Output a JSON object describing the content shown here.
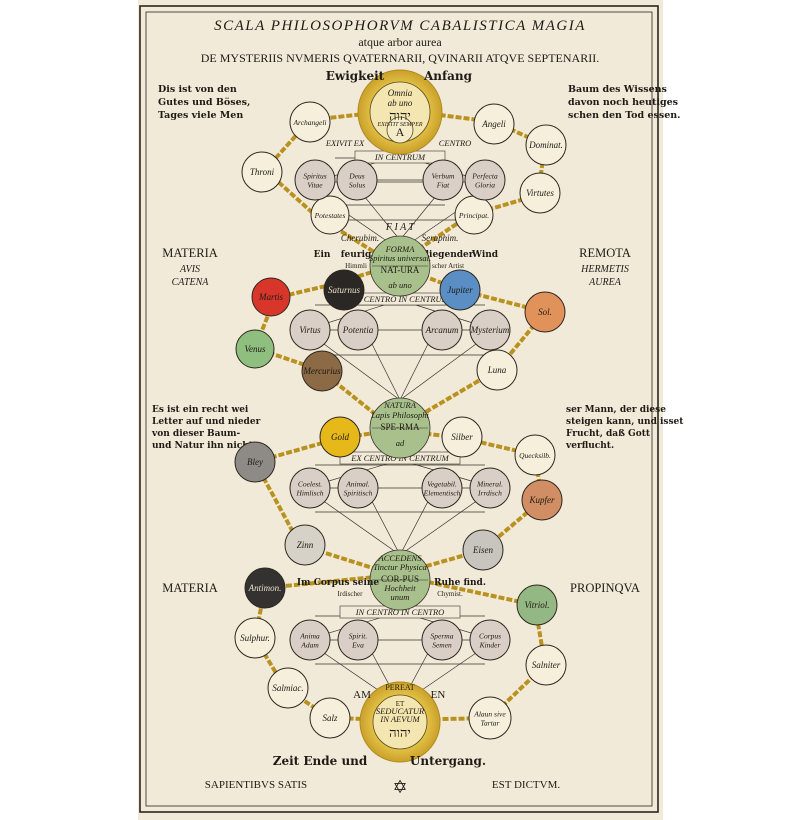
{
  "title": {
    "line1": "SCALA PHILOSOPHORVM CABALISTICA MAGIA",
    "line2": "atque arbor aurea",
    "line3": "DE MYSTERIIS NVMERIS QVATERNARII, QVINARII ATQVE SEPTENARII."
  },
  "top": {
    "ewigkeit": "Ewigkeit",
    "anfang": "Anfang",
    "omnia": "Omnia",
    "ab_uno": "ab uno",
    "yhvh": "יהוה",
    "existit": "EXISTIT SEMPER",
    "letter_a": "A",
    "exivit": "EXIVIT EX",
    "centro": "CENTRO",
    "in_centrum": "IN CENTRUM"
  },
  "side_texts": {
    "top_left": [
      "Dis ist von den",
      "Gutes und Böses,",
      "Tages viele Men"
    ],
    "top_right": [
      "Baum des Wissens",
      "davon noch heutiges",
      "schen den Tod essen."
    ],
    "mid_left": [
      "Es ist ein recht wei",
      "Letter auf und nieder",
      "von dieser Baum-",
      "und Natur ihn nicht"
    ],
    "mid_right": [
      "ser Mann, der diese",
      "steigen kann, und isset",
      "Frucht, daß Gott",
      "verflucht."
    ]
  },
  "margin_labels": {
    "materia1": "MATERIA",
    "avis": "AVIS",
    "catena": "CATENA",
    "remota": "REMOTA",
    "hermetis": "HERMETIS",
    "aurea": "AUREA",
    "materia2": "MATERIA",
    "propinqua": "PROPINQVA"
  },
  "upper": {
    "fiat": "F I A T",
    "cherubim": "Cherubim.",
    "seraphim": "Seraphim.",
    "ein": "Ein",
    "feurig": "feurig",
    "himmli": "Himmli",
    "fliegender": "fliegender",
    "scher_artist": "scher Artist",
    "wind": "Wind",
    "forma": "FORMA",
    "spiritus_universalis": "Spiritus universal.",
    "natura": "NAT-URA",
    "ab_uno2": "ab uno",
    "ex_centro": "EX CENTRO IN CENTRUM"
  },
  "middle": {
    "natura": "NATURA",
    "lapis": "Lapis Philosophi",
    "sperma": "SPE-RMA",
    "ad": "ad",
    "ex_centro": "EX CENTRO IN CENTRUM"
  },
  "lower": {
    "accedens": "ACCEDENS",
    "tinctur": "Tinctur Physica",
    "corpus": "COR-PUS",
    "hochheit": "Hochheit",
    "unum": "unum",
    "im_corpus": "Im Corpus seine",
    "irdischer": "Irdischer",
    "ruhe": "Ruhe find.",
    "chymist": "Chymist.",
    "in_centro": "IN CENTRO IN CENTRO"
  },
  "bottom": {
    "amen_left": "AM",
    "amen_right": "EN",
    "pereat": "PEREAT",
    "et": "ET",
    "seducatur": "SEDUCATUR",
    "in_aevum": "IN AEVUM",
    "yhvh": "יהוה",
    "zeit": "Zeit Ende und",
    "untergang": "Untergang.",
    "sapientibus": "SAPIENTIBVS SATIS",
    "est_dictum": "EST DICTVM.",
    "star": "✡"
  },
  "nodes": {
    "archangeli": "Archangeli",
    "angeli": "Angeli",
    "throni": "Throni",
    "dominat": "Dominat.",
    "virtutes": "Virtutes",
    "potestates": "Potestates",
    "principat": "Principat.",
    "spiritus_vitae": "Spiritus Vitae",
    "deus_solus": "Deus Solus",
    "verbum_fiat": "Verbum Fiat",
    "perfecta_gloria": "Perfecta Gloria",
    "martis": "Martis",
    "saturnus": "Saturnus",
    "jupiter": "Jupiter",
    "sol": "Sol.",
    "venus": "Venus",
    "luna": "Luna",
    "mercurius": "Mercurius",
    "virtus": "Virtus",
    "potentia": "Potentia",
    "arcanum": "Arcanum",
    "mysterium": "Mysterium",
    "gold": "Gold",
    "silber": "Silber",
    "bley": "Bley",
    "quecksilb": "Quecksilb.",
    "kupfer": "Kupfer",
    "coelest": "Coelest. Himlisch",
    "animal": "Animal. Spiritisch",
    "vegetabil": "Vegetabil. Elementisch",
    "mineral": "Mineral. Irrdisch",
    "zinn": "Zinn",
    "eisen": "Eisen",
    "antimon": "Antimon.",
    "vitriol": "Vitriol.",
    "sulphur": "Sulphur.",
    "salniter": "Salniter",
    "salmiac": "Salmiac.",
    "alaun": "Alaun sive Tartar",
    "salz": "Salz",
    "anima": "Anima Adam",
    "spirit_eva": "Spirit. Eva",
    "sperma_semen": "Sperma Semen",
    "corpus_kinder": "Corpus Kinder"
  },
  "colors": {
    "paper": "#f2ead9",
    "gold": "#d9b23a",
    "martis": "#d9362b",
    "saturnus": "#2a2724",
    "jupiter": "#5a8ec4",
    "sol": "#e0925a",
    "venus": "#8fbf7f",
    "mercurius": "#8c6a45",
    "goldcircle": "#e6b81a",
    "bley": "#8e8b87",
    "kupfer": "#d18d63",
    "zinn": "#d6d2c8",
    "eisen": "#c8c4be",
    "antimon": "#343131",
    "vitriol": "#93b883",
    "tint": "#d9cfc6",
    "green": "#a8c08b"
  }
}
